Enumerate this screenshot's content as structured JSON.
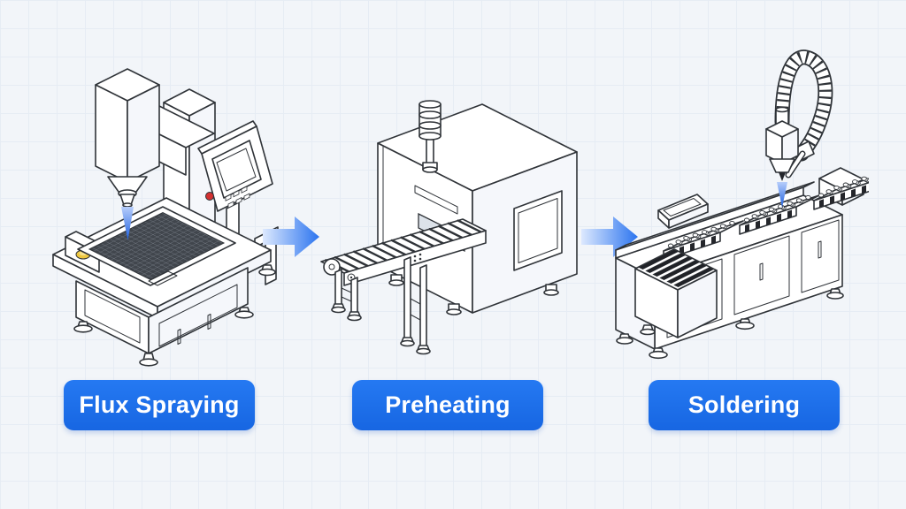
{
  "diagram": {
    "flow_direction": "left-to-right",
    "steps": [
      {
        "label": "Flux Spraying",
        "machine": "flux-spraying-machine"
      },
      {
        "label": "Preheating",
        "machine": "preheating-conveyor-oven"
      },
      {
        "label": "Soldering",
        "machine": "soldering-machine"
      }
    ],
    "connector_icon": "right-arrow"
  },
  "colors": {
    "accent_blue": "#1c6fe9",
    "button_gradient_top": "#2579f2",
    "button_gradient_bottom": "#1766e2",
    "arrow_gradient_start": "#dde9fe",
    "arrow_gradient_end": "#2b74ef",
    "outline": "#2f3338",
    "spray_cone_blue": "#1d5fe0",
    "pcb_tray_dark": "#41464d",
    "status_red": "#d33131",
    "status_yellow": "#eec73f",
    "background": "#f2f5f9",
    "grid_line": "#e6ecf4",
    "label_text": "#ffffff"
  }
}
